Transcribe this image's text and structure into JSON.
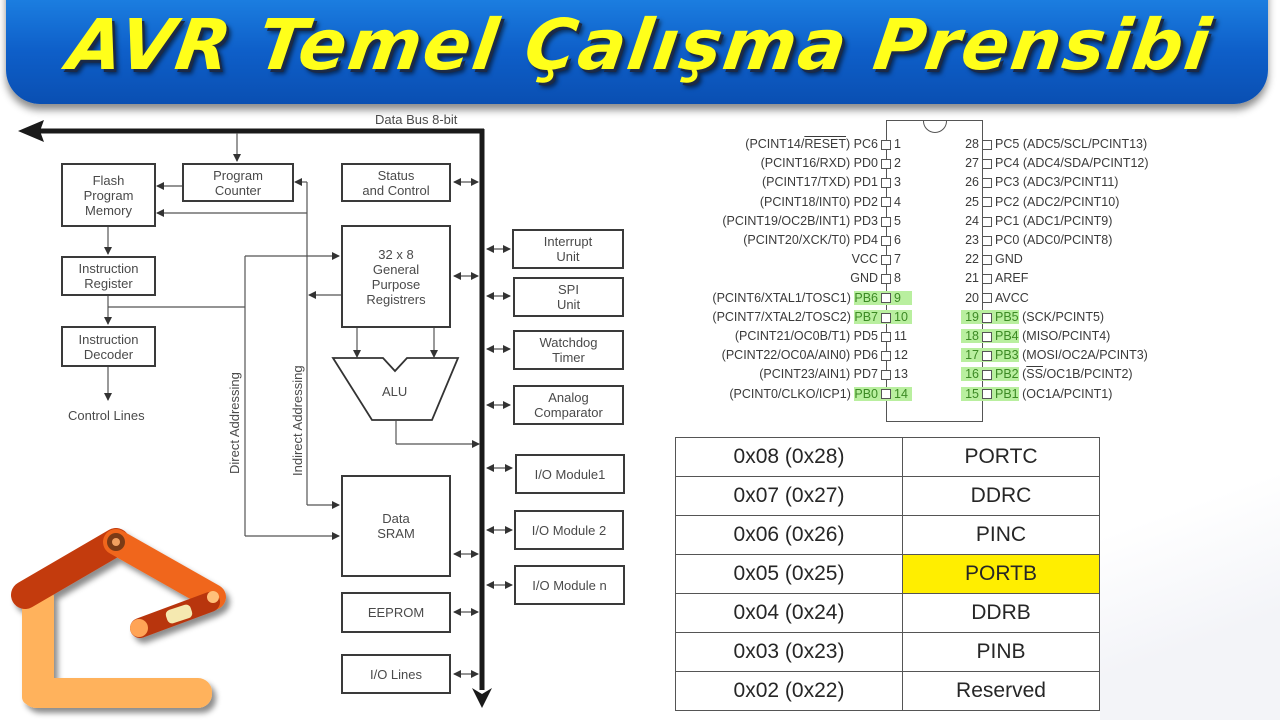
{
  "header": {
    "title": "AVR Temel Çalışma Prensibi"
  },
  "block_diagram": {
    "bus_label": "Data Bus 8-bit",
    "blocks": {
      "flash": "Flash\nProgram\nMemory",
      "program_counter": "Program\nCounter",
      "status_control": "Status\nand Control",
      "instruction_register": "Instruction\nRegister",
      "instruction_decoder": "Instruction\nDecoder",
      "gpr": "32 x 8\nGeneral\nPurpose\nRegistrers",
      "alu": "ALU",
      "interrupt": "Interrupt\nUnit",
      "spi": "SPI\nUnit",
      "watchdog": "Watchdog\nTimer",
      "analog": "Analog\nComparator",
      "io1": "I/O Module1",
      "io2": "I/O Module 2",
      "ion": "I/O Module n",
      "sram": "Data\nSRAM",
      "eeprom": "EEPROM",
      "io_lines": "I/O Lines"
    },
    "labels": {
      "control_lines": "Control Lines",
      "direct_addressing": "Direct Addressing",
      "indirect_addressing": "Indirect Addressing"
    }
  },
  "pinout": {
    "highlight_color": "#b9ef9f",
    "left": [
      {
        "num": "1",
        "name": "PC6",
        "alt": "(PCINT14/RESET)",
        "hl": false
      },
      {
        "num": "2",
        "name": "PD0",
        "alt": "(PCINT16/RXD)",
        "hl": false
      },
      {
        "num": "3",
        "name": "PD1",
        "alt": "(PCINT17/TXD)",
        "hl": false
      },
      {
        "num": "4",
        "name": "PD2",
        "alt": "(PCINT18/INT0)",
        "hl": false
      },
      {
        "num": "5",
        "name": "PD3",
        "alt": "(PCINT19/OC2B/INT1)",
        "hl": false
      },
      {
        "num": "6",
        "name": "PD4",
        "alt": "(PCINT20/XCK/T0)",
        "hl": false
      },
      {
        "num": "7",
        "name": "VCC",
        "alt": "",
        "hl": false
      },
      {
        "num": "8",
        "name": "GND",
        "alt": "",
        "hl": false
      },
      {
        "num": "9",
        "name": "PB6",
        "alt": "(PCINT6/XTAL1/TOSC1)",
        "hl": true
      },
      {
        "num": "10",
        "name": "PB7",
        "alt": "(PCINT7/XTAL2/TOSC2)",
        "hl": true
      },
      {
        "num": "11",
        "name": "PD5",
        "alt": "(PCINT21/OC0B/T1)",
        "hl": false
      },
      {
        "num": "12",
        "name": "PD6",
        "alt": "(PCINT22/OC0A/AIN0)",
        "hl": false
      },
      {
        "num": "13",
        "name": "PD7",
        "alt": "(PCINT23/AIN1)",
        "hl": false
      },
      {
        "num": "14",
        "name": "PB0",
        "alt": "(PCINT0/CLKO/ICP1)",
        "hl": true
      }
    ],
    "right": [
      {
        "num": "28",
        "name": "PC5",
        "alt": "(ADC5/SCL/PCINT13)",
        "hl": false
      },
      {
        "num": "27",
        "name": "PC4",
        "alt": "(ADC4/SDA/PCINT12)",
        "hl": false
      },
      {
        "num": "26",
        "name": "PC3",
        "alt": "(ADC3/PCINT11)",
        "hl": false
      },
      {
        "num": "25",
        "name": "PC2",
        "alt": "(ADC2/PCINT10)",
        "hl": false
      },
      {
        "num": "24",
        "name": "PC1",
        "alt": "(ADC1/PCINT9)",
        "hl": false
      },
      {
        "num": "23",
        "name": "PC0",
        "alt": "(ADC0/PCINT8)",
        "hl": false
      },
      {
        "num": "22",
        "name": "GND",
        "alt": "",
        "hl": false
      },
      {
        "num": "21",
        "name": "AREF",
        "alt": "",
        "hl": false
      },
      {
        "num": "20",
        "name": "AVCC",
        "alt": "",
        "hl": false
      },
      {
        "num": "19",
        "name": "PB5",
        "alt": "(SCK/PCINT5)",
        "hl": true
      },
      {
        "num": "18",
        "name": "PB4",
        "alt": "(MISO/PCINT4)",
        "hl": true
      },
      {
        "num": "17",
        "name": "PB3",
        "alt": "(MOSI/OC2A/PCINT3)",
        "hl": true
      },
      {
        "num": "16",
        "name": "PB2",
        "alt": "(SS/OC1B/PCINT2)",
        "hl": true
      },
      {
        "num": "15",
        "name": "PB1",
        "alt": "(OC1A/PCINT1)",
        "hl": true
      }
    ]
  },
  "register_table": {
    "highlight_color": "#ffee00",
    "rows": [
      {
        "address": "0x08 (0x28)",
        "name": "PORTC",
        "highlight": false
      },
      {
        "address": "0x07 (0x27)",
        "name": "DDRC",
        "highlight": false
      },
      {
        "address": "0x06 (0x26)",
        "name": "PINC",
        "highlight": false
      },
      {
        "address": "0x05 (0x25)",
        "name": "PORTB",
        "highlight": true
      },
      {
        "address": "0x04 (0x24)",
        "name": "DDRB",
        "highlight": false
      },
      {
        "address": "0x03 (0x23)",
        "name": "PINB",
        "highlight": false
      },
      {
        "address": "0x02 (0x22)",
        "name": "Reserved",
        "highlight": false
      }
    ]
  },
  "logo": {
    "icon": "robot-arm-house-logo-icon"
  }
}
